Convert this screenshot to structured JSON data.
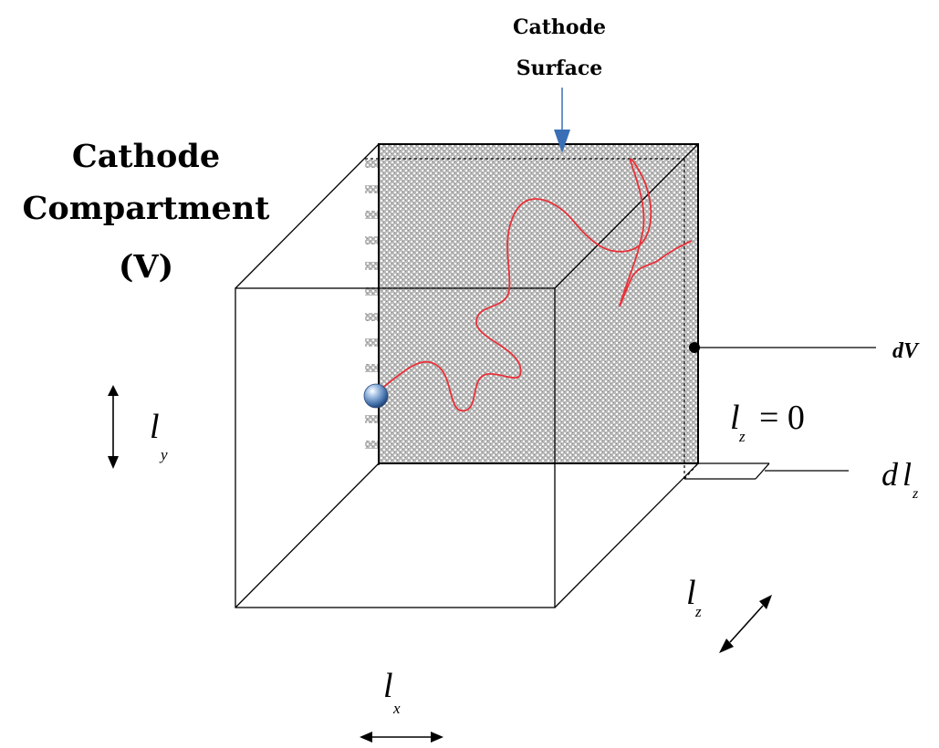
{
  "title": {
    "line1": "Cathode",
    "line2": "Compartment",
    "line3": "(V)"
  },
  "surface_label": {
    "line1": "Cathode",
    "line2": "Surface"
  },
  "labels": {
    "dV": "dV",
    "lz_eq": "= 0",
    "l": "l",
    "d": "d",
    "sub_x": "x",
    "sub_y": "y",
    "sub_z": "z"
  },
  "colors": {
    "arrow_blue": "#3a6fb5",
    "path_red": "#e8323a",
    "surface_gray": "#a8a8a8",
    "particle_blue": "#4a7fbf"
  }
}
